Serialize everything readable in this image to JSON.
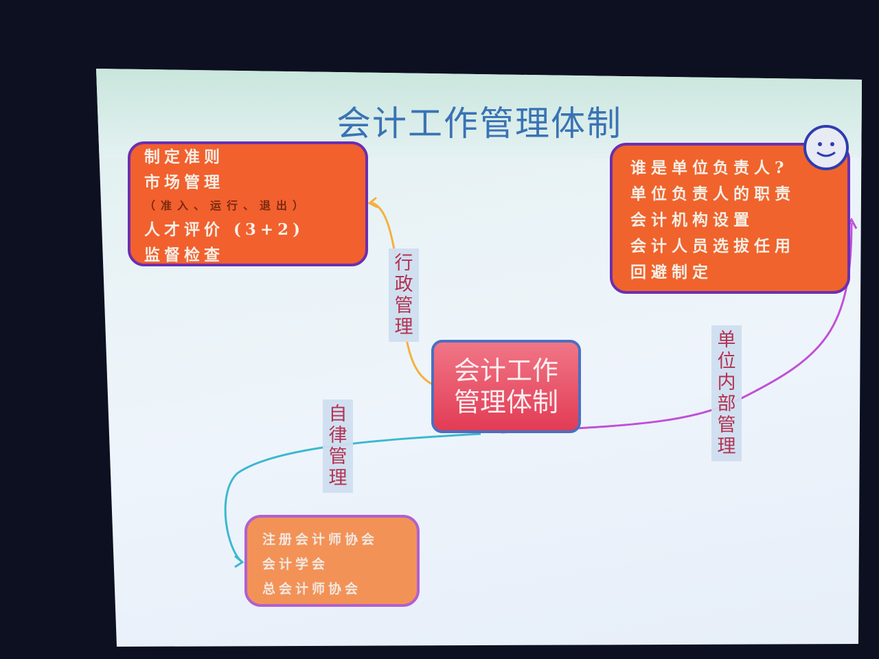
{
  "title": "会计工作管理体制",
  "center_node": {
    "line1": "会计工作",
    "line2": "管理体制"
  },
  "left_box": {
    "items": [
      "制定准则",
      "市场管理",
      "（准入、运行、退出）",
      "人才评价 (3+2)",
      "监督检查"
    ]
  },
  "right_box": {
    "items": [
      "谁是单位负责人?",
      "单位负责人的职责",
      "会计机构设置",
      "会计人员选拔任用",
      "回避制定"
    ]
  },
  "bottom_box": {
    "items": [
      "注册会计师协会",
      "会计学会",
      "总会计师协会"
    ]
  },
  "labels": {
    "admin": "行政管理",
    "self": "自律管理",
    "internal": "单位内部管理"
  },
  "colors": {
    "box_fill": "#f2602e",
    "box_border": "#6b2fb0",
    "center_fill": "#e8485e",
    "title": "#3a73b4",
    "admin_line": "#f5b040",
    "self_line": "#3ab8d0",
    "internal_line": "#c050d8"
  },
  "icons": [
    "smiley-icon"
  ]
}
